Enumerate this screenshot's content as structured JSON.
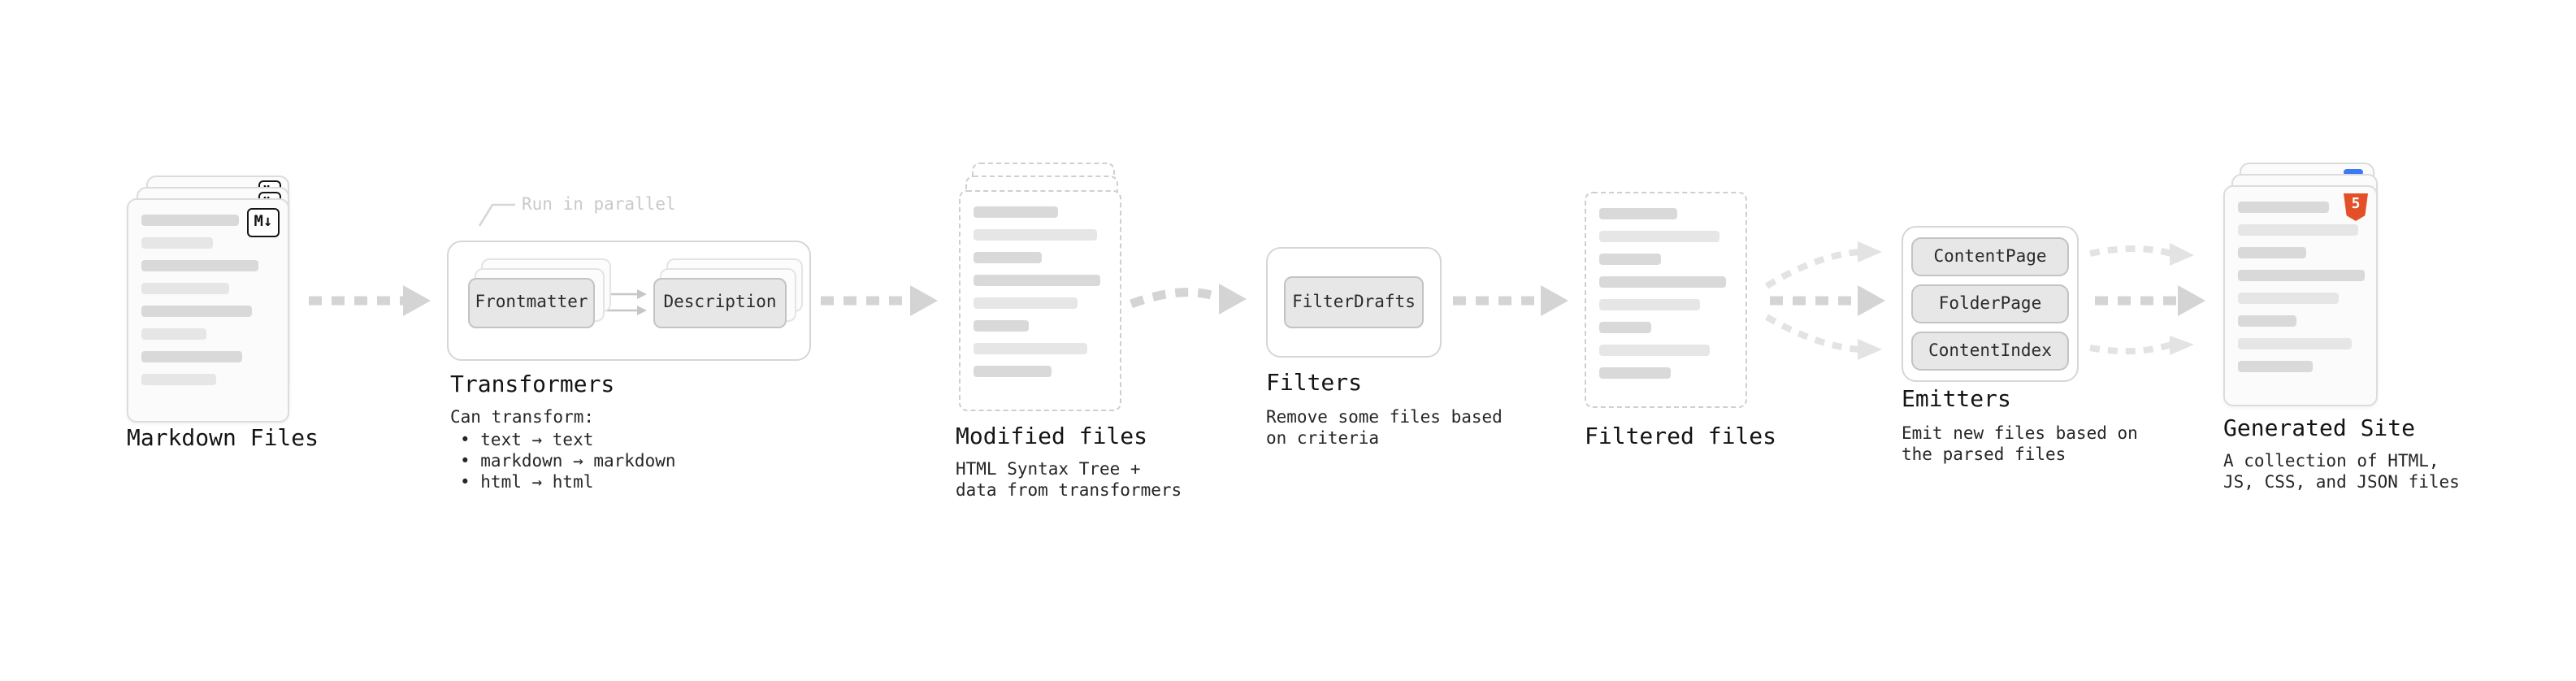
{
  "stages": {
    "markdown": {
      "label": "Markdown Files",
      "badge": "M↓"
    },
    "transformers": {
      "label": "Transformers",
      "parallel_note": "Run in parallel",
      "buttons": [
        "Frontmatter",
        "Description"
      ],
      "desc_title": "Can transform:",
      "bullets": [
        "• text → text",
        "• markdown → markdown",
        "• html → html"
      ]
    },
    "modified": {
      "label": "Modified files",
      "desc": [
        "HTML Syntax Tree +",
        "data from transformers"
      ]
    },
    "filters": {
      "label": "Filters",
      "buttons": [
        "FilterDrafts"
      ],
      "desc": [
        "Remove some files based",
        "on criteria"
      ]
    },
    "filtered": {
      "label": "Filtered files"
    },
    "emitters": {
      "label": "Emitters",
      "buttons": [
        "ContentPage",
        "FolderPage",
        "ContentIndex"
      ],
      "desc": [
        "Emit new files based on",
        "the parsed files"
      ]
    },
    "generated": {
      "label": "Generated Site",
      "badge": "5",
      "desc": [
        "A collection of HTML,",
        "JS, CSS, and JSON files"
      ]
    }
  },
  "colors": {
    "background": "#ffffff",
    "card_fill": "#fbfbfb",
    "card_border": "#dcdcdc",
    "placeholder_bar": "#d9d9d9",
    "arrow": "#d4d4d4",
    "arrow_light": "#e3e3e3",
    "pill_fill": "#e7e7e7",
    "html5_orange": "#e34f26",
    "accent_blue": "#3c79f5",
    "text": "#141414",
    "note_gray": "#c9c9c9"
  }
}
